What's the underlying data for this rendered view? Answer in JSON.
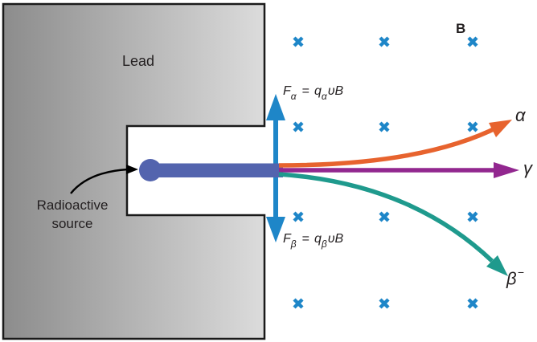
{
  "diagram": {
    "lead_label": "Lead",
    "source_label_line1": "Radioactive",
    "source_label_line2": "source",
    "field_label": "B",
    "field_mark_symbol": "×",
    "force_alpha": {
      "f": "F",
      "f_sub": "α",
      "eq": "=",
      "q": "q",
      "q_sub": "α",
      "tail": "υB"
    },
    "force_beta": {
      "f": "F",
      "f_sub": "β",
      "eq": "=",
      "q": "q",
      "q_sub": "β",
      "tail": "υB"
    },
    "particle_alpha": "α",
    "particle_gamma": "γ",
    "particle_beta": "β",
    "particle_beta_sup": "−"
  },
  "colors": {
    "lead_dark": "#8c8c8c",
    "lead_light": "#dcdcdc",
    "outline": "#1a1a1a",
    "beam": "#5364ae",
    "field": "#1e86c8",
    "alpha": "#e7632e",
    "gamma": "#92278f",
    "beta": "#1f9a8d",
    "annotation": "#000000",
    "text": "#231f20"
  }
}
